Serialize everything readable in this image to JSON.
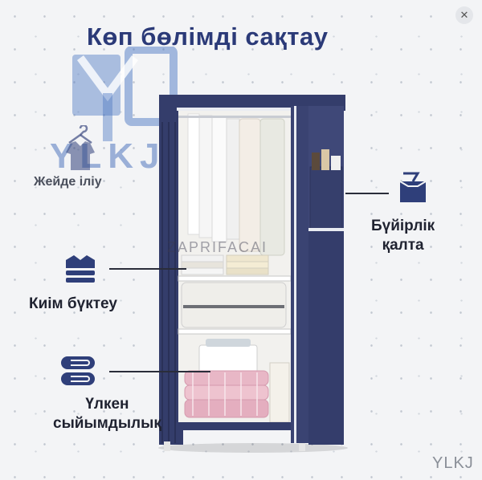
{
  "title": "Көп бөлімді сақтау",
  "logo": {
    "text": "YLKJ"
  },
  "watermark": {
    "middle": "ZAPRIFACAI",
    "corner": "YLKJ"
  },
  "close": {
    "glyph": "✕"
  },
  "features": [
    {
      "label": "Жейде іліу",
      "icon": "shirt-hanger-icon"
    },
    {
      "label": "Киім бүктеу",
      "icon": "folded-clothes-icon"
    },
    {
      "label_line1": "Үлкен",
      "label_line2": "сыйымдылық",
      "icon": "storage-box-icon"
    },
    {
      "label_line1": "Бүйірлік",
      "label_line2": "қалта",
      "icon": "side-pocket-icon"
    }
  ],
  "colors": {
    "title": "#2b3a78",
    "wardrobe_fabric": "#343d6b",
    "icon": "#2f3f7a",
    "logo": "#4f79c4"
  }
}
